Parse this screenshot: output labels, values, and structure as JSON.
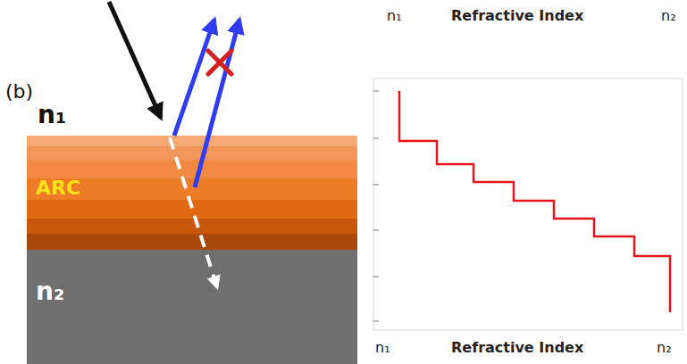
{
  "diagram": {
    "nodes": [
      {
        "text": [
          "ARC"
        ]
      },
      {
        "text": [
          "n₂"
        ]
      }
    ],
    "labels": [
      "(b)",
      "n₁",
      "n₁",
      "Refractive Index",
      "n₂",
      "n₁",
      "Refractive Index",
      "n₂"
    ]
  }
}
